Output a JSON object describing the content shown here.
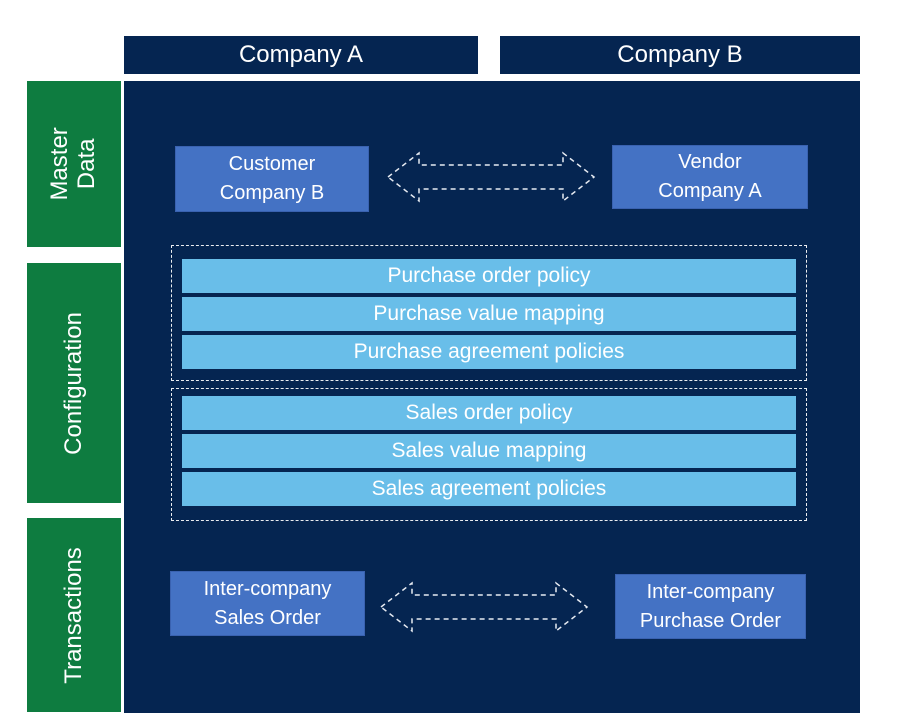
{
  "colors": {
    "navy_background": "#052551",
    "green_section": "#0E7C40",
    "entity_blue": "#4472C4",
    "config_light_blue": "#69BEE9",
    "arrow_dashed_white": "#E7EBF2",
    "text_white": "#FFFFFF"
  },
  "header": {
    "company_a": "Company A",
    "company_b": "Company B"
  },
  "sidebar": {
    "master_data": "Master\nData",
    "configuration": "Configuration",
    "transactions": "Transactions"
  },
  "master_data": {
    "customer_box": "Customer\nCompany B",
    "vendor_box": "Vendor\nCompany A"
  },
  "configuration": {
    "purchase": [
      "Purchase order policy",
      "Purchase value mapping",
      "Purchase agreement policies"
    ],
    "sales": [
      "Sales order policy",
      "Sales value mapping",
      "Sales agreement policies"
    ]
  },
  "transactions": {
    "sales_order_box": "Inter-company\nSales Order",
    "purchase_order_box": "Inter-company\nPurchase Order"
  }
}
